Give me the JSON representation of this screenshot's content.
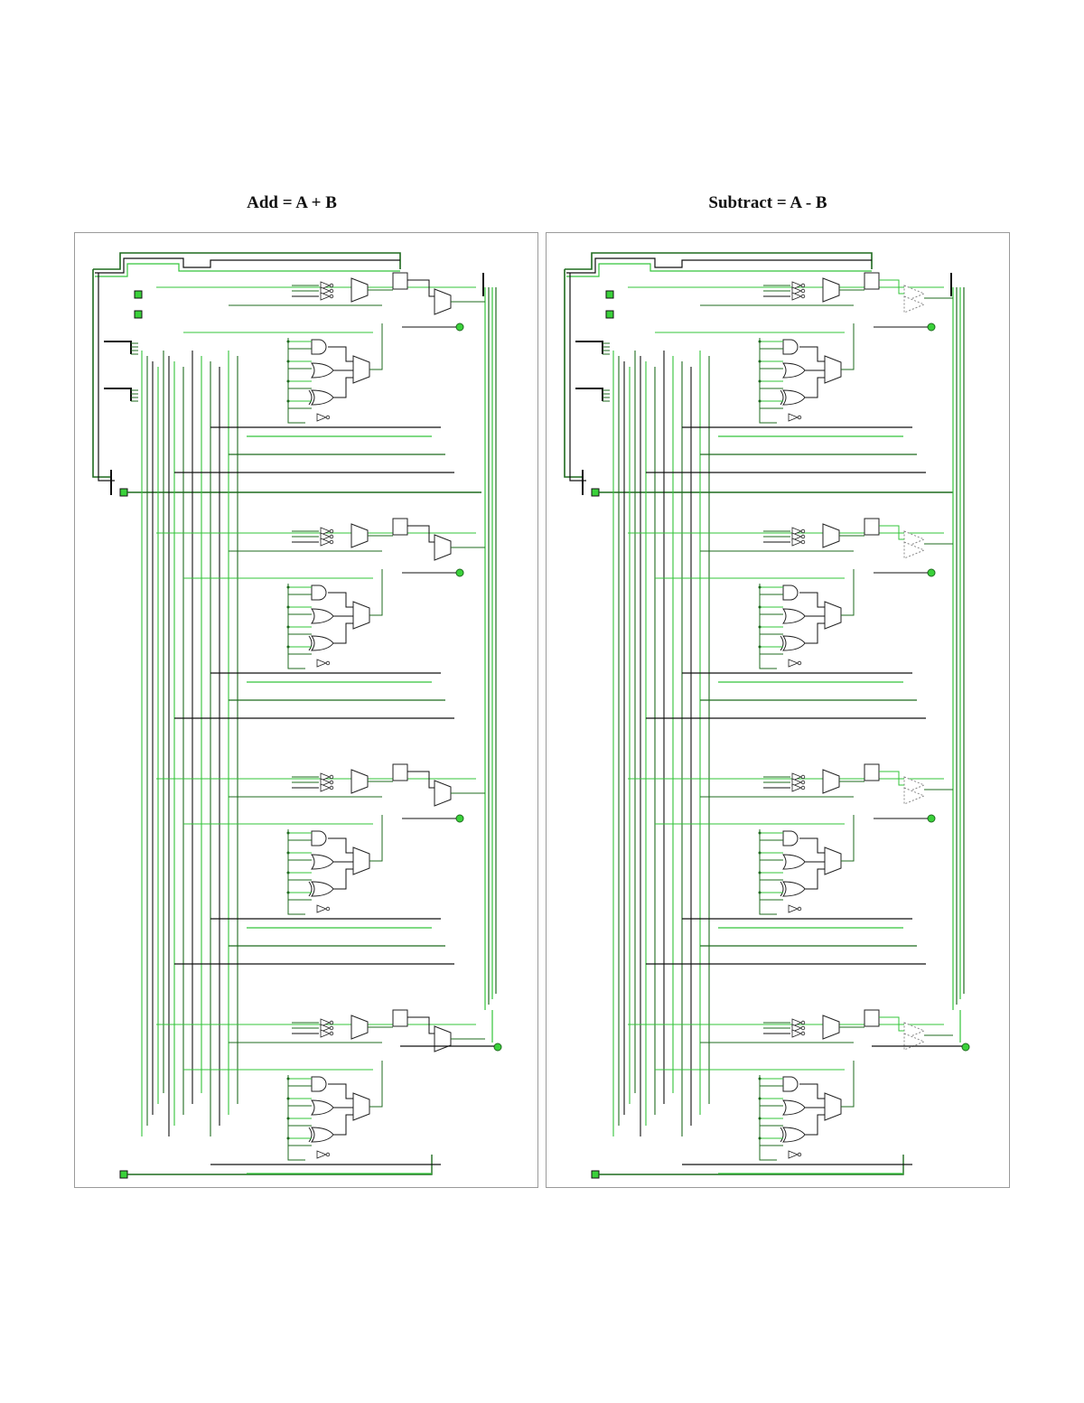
{
  "figures": [
    {
      "id": "left",
      "title": "Add = A + B",
      "operation": "add",
      "output_element": "mux"
    },
    {
      "id": "right",
      "title": "Subtract = A - B",
      "operation": "subtract",
      "output_element": "buffer"
    }
  ],
  "stages": 4,
  "colors": {
    "wire_light": "#33c43a",
    "wire_dark": "#1f6b1f",
    "wire_black": "#111111",
    "gate": "#222222",
    "border": "#9a9a9a",
    "led": "#3ad13a"
  }
}
